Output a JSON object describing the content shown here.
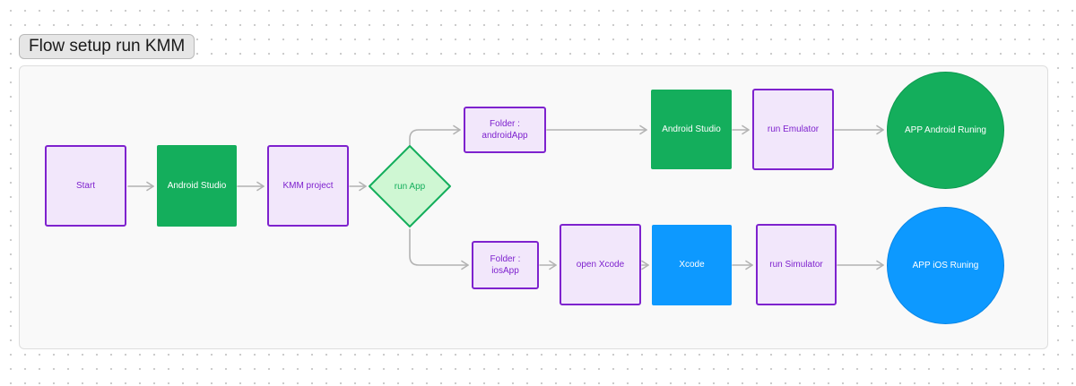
{
  "title": "Flow setup run KMM",
  "colors": {
    "purple_border": "#7e22ce",
    "purple_fill": "#f2e7fb",
    "green": "#14ae5c",
    "blue": "#0d99ff",
    "diamond_fill": "#cff7d3",
    "connector": "#b3b3b3"
  },
  "nodes": {
    "start": "Start",
    "android_studio_1": "Android Studio",
    "kmm_project": "KMM project",
    "run_app": "run App",
    "folder_android": "Folder :\nandroidApp",
    "android_studio_2": "Android Studio",
    "run_emulator": "run Emulator",
    "app_android": "APP Android Runing",
    "folder_ios": "Folder : iosApp",
    "open_xcode": "open Xcode",
    "xcode": "Xcode",
    "run_simulator": "run Simulator",
    "app_ios": "APP iOS Runing"
  }
}
